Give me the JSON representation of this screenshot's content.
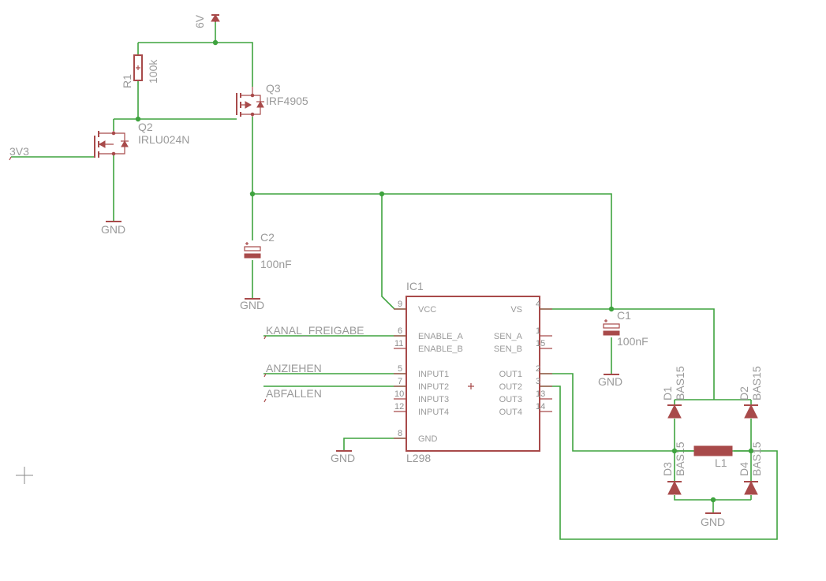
{
  "labels": {
    "supply": "6V",
    "input_3v3": "3V3",
    "r1_name": "R1",
    "r1_value": "100k",
    "q3_name": "Q3",
    "q3_value": "IRF4905",
    "q2_name": "Q2",
    "q2_value": "IRLU024N",
    "gnd": "GND",
    "c2_name": "C2",
    "c2_value": "100nF",
    "c1_name": "C1",
    "c1_value": "100nF",
    "ic1_name": "IC1",
    "ic1_value": "L298",
    "kanal_freigabe": "KANAL_FREIGABE",
    "anziehen": "ANZIEHEN",
    "abfallen": "ABFALLEN",
    "d1_name": "D1",
    "d2_name": "D2",
    "d3_name": "D3",
    "d4_name": "D4",
    "diode_value": "BAS15",
    "l1_name": "L1"
  },
  "ic_pins": {
    "left_names": [
      "VCC",
      "ENABLE_A",
      "ENABLE_B",
      "INPUT1",
      "INPUT2",
      "INPUT3",
      "INPUT4",
      "GND"
    ],
    "left_numbers": [
      "9",
      "6",
      "11",
      "5",
      "7",
      "10",
      "12",
      "8"
    ],
    "right_names": [
      "VS",
      "SEN_A",
      "SEN_B",
      "OUT1",
      "OUT2",
      "OUT3",
      "OUT4"
    ],
    "right_numbers": [
      "4",
      "1",
      "15",
      "2",
      "3",
      "13",
      "14"
    ]
  },
  "colors": {
    "wire": "#3fa33f",
    "part": "#a84a4a",
    "text": "#9a9a9a",
    "background": "#ffffff"
  }
}
